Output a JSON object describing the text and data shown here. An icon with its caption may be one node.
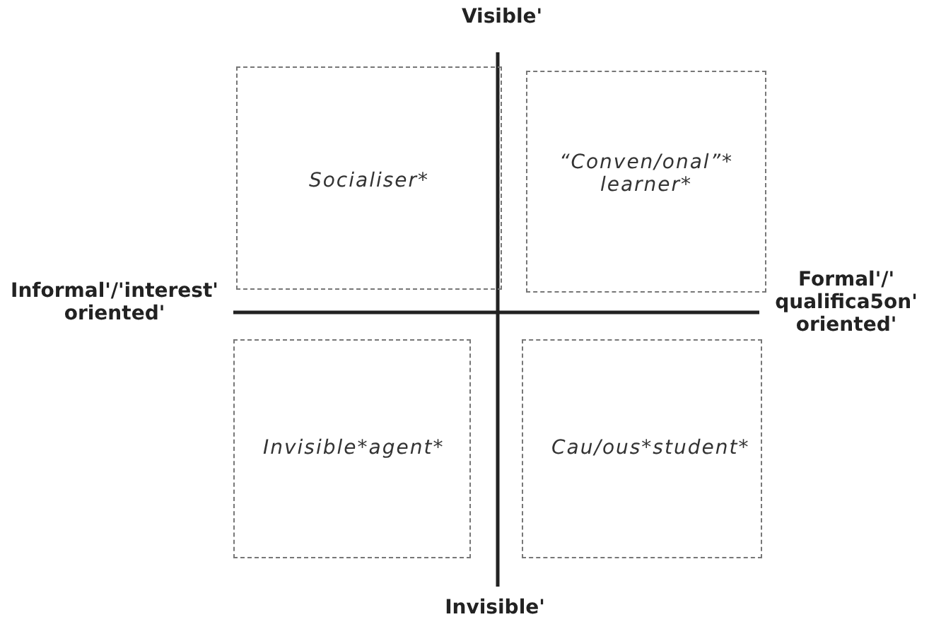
{
  "diagram": {
    "nodes": [
      {
        "text": [
          "Socialiser*"
        ]
      },
      {
        "text": [
          "“Conven/onal”* learner*"
        ]
      },
      {
        "text": [
          "Invisible*agent*"
        ]
      },
      {
        "text": [
          "Cau/ous*student*"
        ]
      }
    ],
    "labels": [
      "Visible'",
      "Informal'/'interest' oriented'",
      "Formal'/' qualifica5on' oriented'",
      "Invisible'"
    ]
  }
}
